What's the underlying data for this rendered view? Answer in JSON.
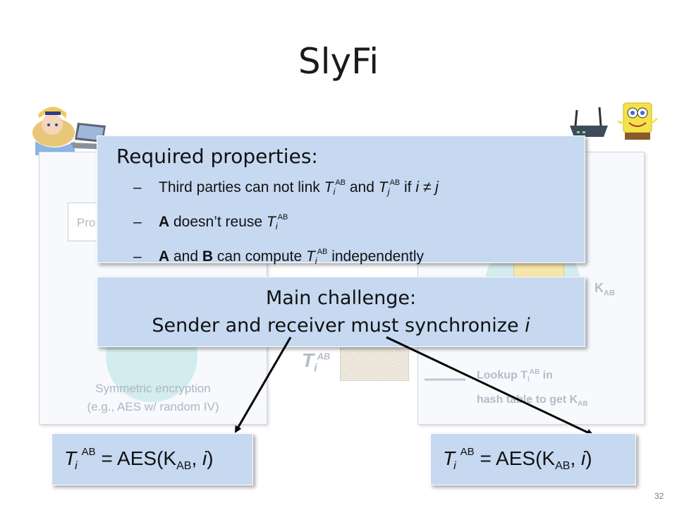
{
  "slide": {
    "title": "SlyFi",
    "number": "32"
  },
  "background": {
    "proc_box_text": "Pro",
    "left_caption_line1": "Symmetric encryption",
    "left_caption_line2": "(e.g., AES w/ random IV)",
    "kab_label": "K",
    "kab_sub": "AB",
    "faded_t": "T",
    "faded_t_sub": "i",
    "faded_t_sup": "AB",
    "lookup_line1_a": "Lookup T",
    "lookup_line1_sub": "i",
    "lookup_line1_sup": "AB",
    "lookup_line1_b": " in",
    "lookup_line2_a": "hash table to get K",
    "lookup_line2_sub": "AB"
  },
  "properties": {
    "heading": "Required properties:",
    "dash": "–",
    "item1_a": "Third parties can not link ",
    "item1_t1_sub": "i",
    "item1_t1_sup": "AB",
    "item1_b": " and ",
    "item1_t2_sub": "j",
    "item1_t2_sup": "AB",
    "item1_c": " if ",
    "item1_cond": "i ≠ j",
    "item2_a": "A",
    "item2_b": " doesn’t reuse ",
    "item2_t_sub": "i",
    "item2_t_sup": "AB",
    "item3_a": "A",
    "item3_b": " and ",
    "item3_c": "B",
    "item3_d": " can compute ",
    "item3_t_sub": "i",
    "item3_t_sup": "AB",
    "item3_e": " independently",
    "t_letter": "T"
  },
  "challenge": {
    "line1": "Main challenge:",
    "line2_a": "Sender and receiver must synchronize ",
    "line2_i": "i"
  },
  "formula_left": {
    "t": "T",
    "t_sub": "i",
    "t_sup": "AB",
    "eq": " = AES(K",
    "k_sub": "AB",
    "mid": ", ",
    "i": "i",
    "end": ")"
  },
  "formula_right": {
    "t": "T",
    "t_sub": "i",
    "t_sup": "AB",
    "eq": " = AES(K",
    "k_sub": "AB",
    "mid": ", ",
    "i": "i",
    "end": ")"
  },
  "colors": {
    "callout_fill": "#c6d9f1",
    "arrow": "#000000",
    "faded_text": "#b4bdc8"
  },
  "icons": [
    "alice-icon",
    "laptop-icon",
    "router-icon",
    "spongebob-icon",
    "gear-icon"
  ]
}
